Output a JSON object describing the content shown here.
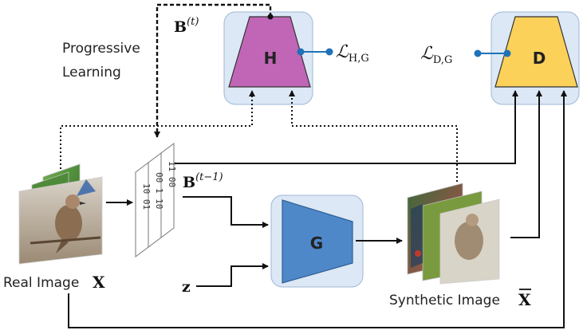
{
  "labels": {
    "progressive_line1": "Progressive",
    "progressive_line2": "Learning",
    "real_image": "Real Image",
    "real_image_symbol": "X",
    "synthetic_image": "Synthetic Image",
    "synthetic_image_symbol": "X",
    "noise_symbol": "z",
    "b_t_base": "B",
    "b_t_sup": "(t)",
    "b_t1_base": "B",
    "b_t1_sup": "(t−1)",
    "loss_h_base": "ℒ",
    "loss_h_sub": "H,G",
    "loss_d_base": "ℒ",
    "loss_d_sub": "D,G"
  },
  "modules": {
    "h": "H",
    "d": "D",
    "g": "G"
  },
  "colors": {
    "module_bg": "#dce8f5",
    "module_border": "#9fb7d6",
    "h_fill": "#c166b6",
    "d_fill": "#fcd15a",
    "g_fill": "#4e88c8",
    "loss_dot": "#1f72b8"
  },
  "hash_bits": {
    "col1": "10 01",
    "col2": "00 1 10",
    "col3": "11 00"
  }
}
